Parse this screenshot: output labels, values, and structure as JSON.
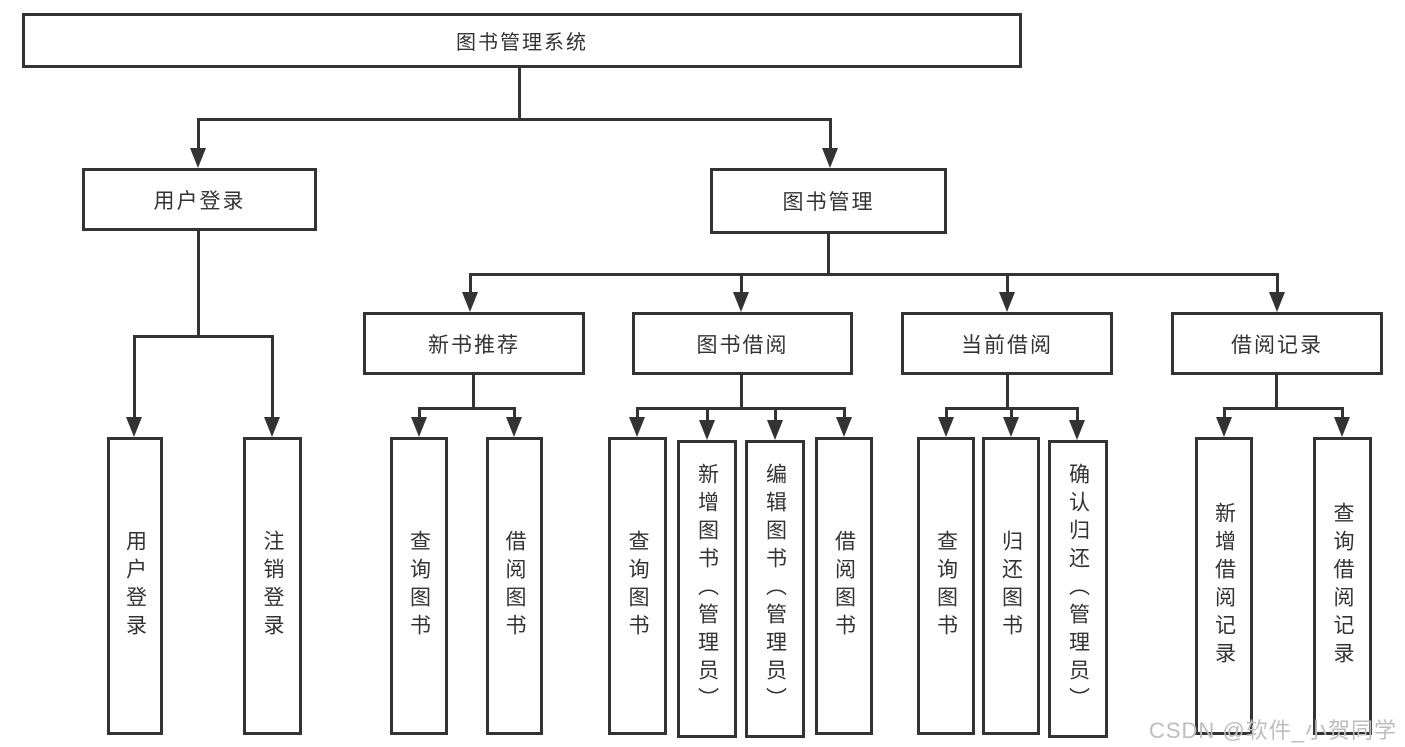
{
  "nodes": {
    "root": {
      "label": "图书管理系统"
    },
    "branches": [
      {
        "label": "用户登录",
        "children": [
          {
            "label": "用户登录"
          },
          {
            "label": "注销登录"
          }
        ]
      },
      {
        "label": "图书管理",
        "children": [
          {
            "label": "新书推荐",
            "children": [
              {
                "label": "查询图书"
              },
              {
                "label": "借阅图书"
              }
            ]
          },
          {
            "label": "图书借阅",
            "children": [
              {
                "label": "查询图书"
              },
              {
                "label": "新增图书（管理员）"
              },
              {
                "label": "编辑图书（管理员）"
              },
              {
                "label": "借阅图书"
              }
            ]
          },
          {
            "label": "当前借阅",
            "children": [
              {
                "label": "查询图书"
              },
              {
                "label": "归还图书"
              },
              {
                "label": "确认归还（管理员）"
              }
            ]
          },
          {
            "label": "借阅记录",
            "children": [
              {
                "label": "新增借阅记录"
              },
              {
                "label": "查询借阅记录"
              }
            ]
          }
        ]
      }
    ]
  },
  "watermark": {
    "text": "CSDN @软件_小贺同学"
  },
  "colors": {
    "line": "#333333",
    "text": "#333333",
    "watermark": "#bdbdbd"
  }
}
